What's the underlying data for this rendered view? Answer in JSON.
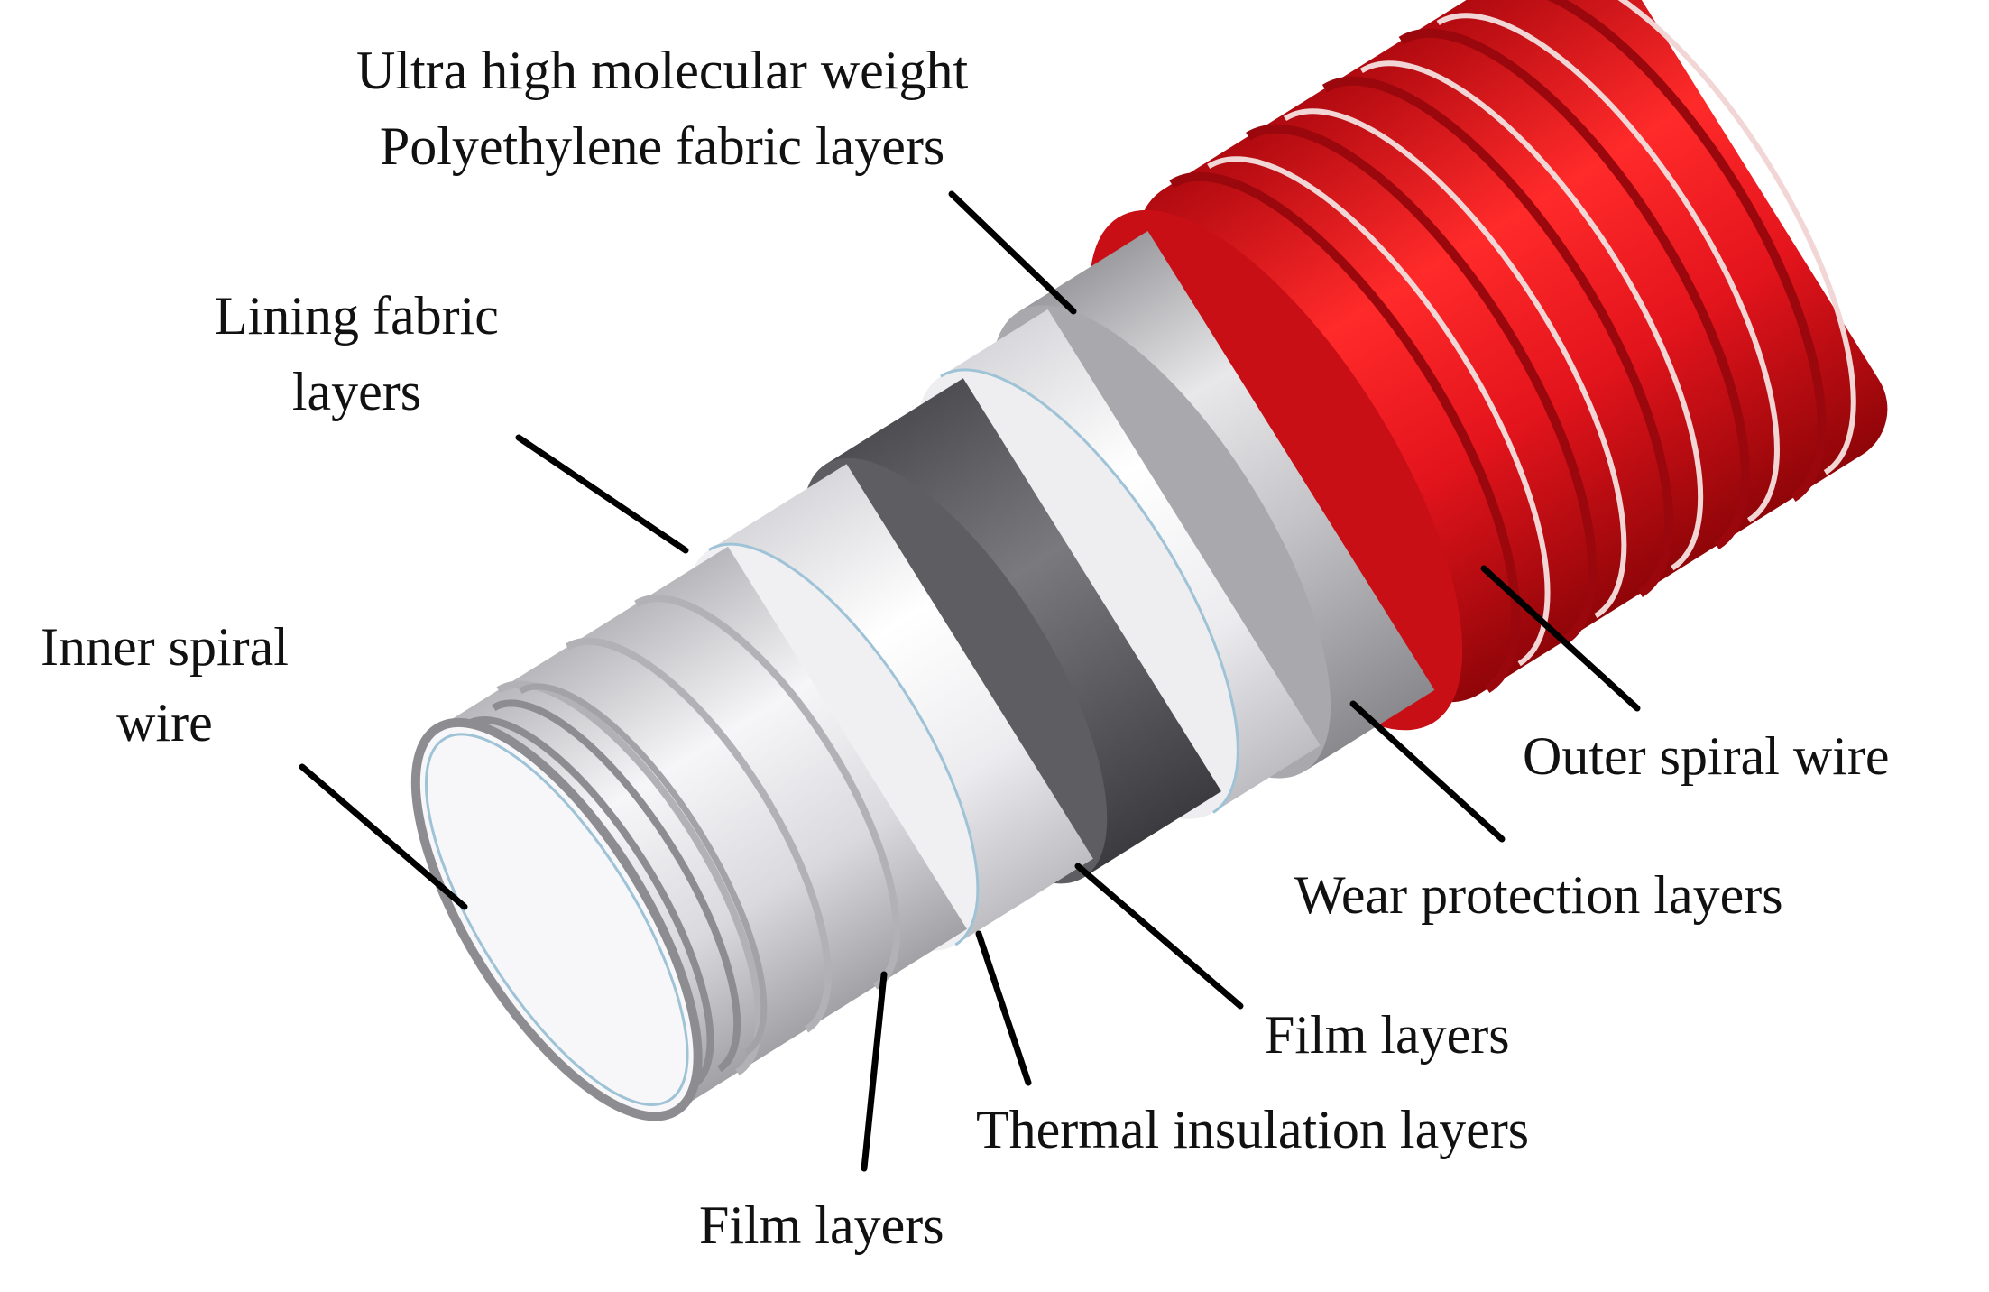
{
  "labels": {
    "uhmwpe": {
      "line1": "Ultra high molecular weight",
      "line2": "Polyethylene fabric layers"
    },
    "lining": {
      "line1": "Lining fabric",
      "line2": "layers"
    },
    "inner_wire": {
      "line1": "Inner spiral",
      "line2": "wire"
    },
    "outer_wire": "Outer spiral wire",
    "wear": "Wear protection layers",
    "film_right": "Film layers",
    "thermal": "Thermal insulation layers",
    "film_bottom": "Film layers"
  },
  "colors": {
    "red_layer": "#e3141c",
    "dark_layer": "#6b6b6b",
    "white_layer": "#f4f4f6",
    "silver_layer": "#cfcfd3",
    "leader": "#000000"
  }
}
